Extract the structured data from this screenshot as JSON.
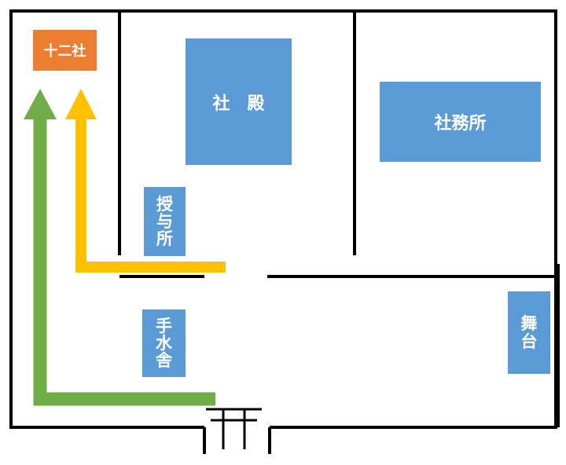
{
  "buildings": {
    "juunisha": {
      "label": "十二社",
      "color": "#ED7D31"
    },
    "shaden": {
      "label": "社　殿",
      "color": "#5B9BD5"
    },
    "shamusho": {
      "label": "社務所",
      "color": "#5B9BD5"
    },
    "juyosho": {
      "label": "授与所",
      "color": "#5B9BD5"
    },
    "temizuya": {
      "label": "手水舎",
      "color": "#5B9BD5"
    },
    "butai": {
      "label": "舞台",
      "color": "#5B9BD5"
    }
  },
  "routes": {
    "green": {
      "color": "#70AD47"
    },
    "yellow": {
      "color": "#FFC000"
    }
  },
  "icons": {
    "gate": "torii-gate-icon"
  }
}
